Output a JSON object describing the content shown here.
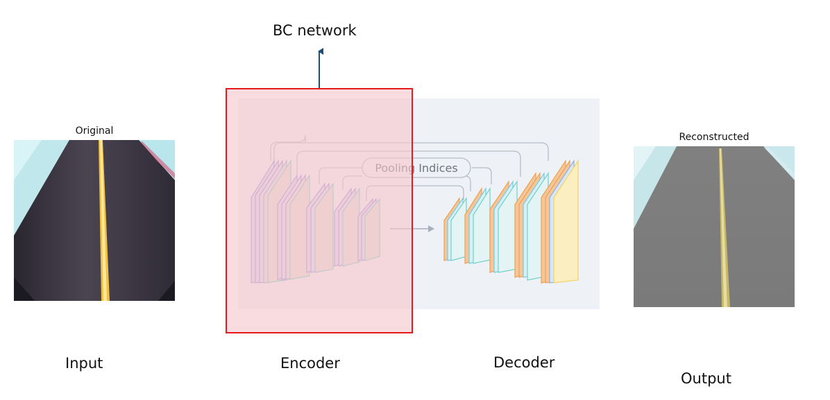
{
  "labels": {
    "bc_network": "BC network",
    "pooling_indices": "Pooling Indices",
    "input": "Input",
    "encoder": "Encoder",
    "decoder": "Decoder",
    "output": "Output"
  },
  "images": {
    "original_title": "Original",
    "reconstructed_title": "Reconstructed"
  },
  "colors": {
    "highlight_fill": "#f5c6cb",
    "highlight_border": "#e8191e",
    "arrow": "#1f4e79",
    "panel_bg": "#eef1f6",
    "connector": "#b6bcc5"
  }
}
